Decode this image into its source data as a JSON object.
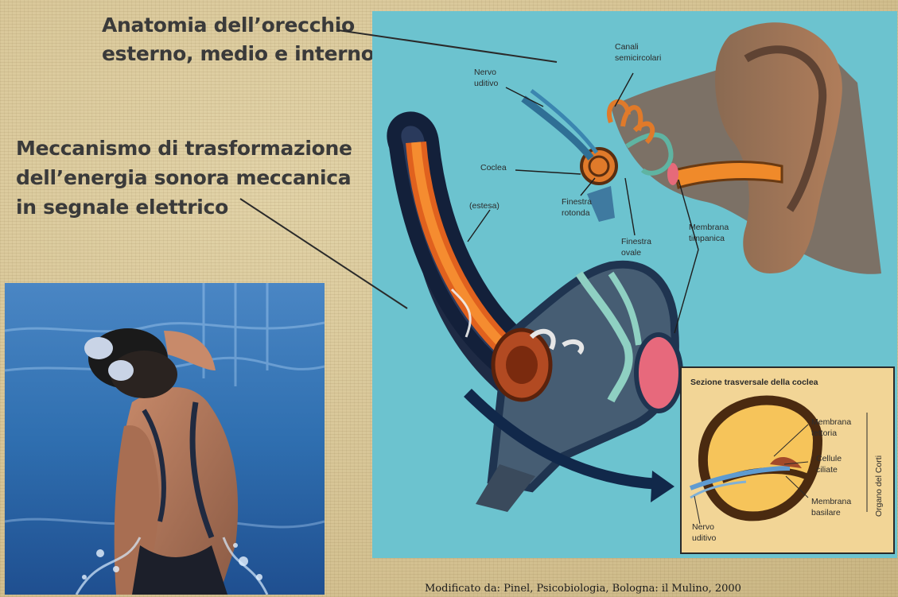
{
  "headings": {
    "anatomy": [
      "Anatomia dell’orecchio",
      "esterno, medio e interno"
    ],
    "mechanism": [
      "Meccanismo di trasformazione",
      "dell’energia sonora meccanica",
      "in segnale elettrico"
    ]
  },
  "diagram": {
    "labels": {
      "canali": [
        "Canali",
        "semicircolari"
      ],
      "nervo": [
        "Nervo",
        "uditivo"
      ],
      "coclea": "Coclea",
      "estesa": "(estesa)",
      "finestra_rotonda": [
        "Finestra",
        "rotonda"
      ],
      "finestra_ovale": [
        "Finestra",
        "ovale"
      ],
      "membrana_timpanica": [
        "Membrana",
        "timpanica"
      ]
    },
    "inset": {
      "title": "Sezione trasversale della coclea",
      "membrana_tettoria": [
        "Membrana",
        "tettoria"
      ],
      "cellule_ciliate": [
        "Cellule",
        "ciliate"
      ],
      "membrana_basilare": [
        "Membrana",
        "basilare"
      ],
      "nervo_uditivo": [
        "Nervo",
        "uditivo"
      ],
      "organo_corti": "Organo del Corti"
    }
  },
  "credit": "Modificato da: Pinel, Psicobiologia, Bologna: il Mulino, 2000",
  "colors": {
    "background": "#d8c79a",
    "diagram_bg": "#6cc3cf",
    "water": "#2f6fb0"
  }
}
